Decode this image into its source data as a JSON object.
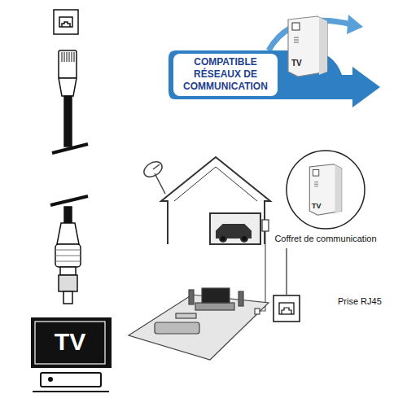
{
  "diagram": {
    "nodes": [
      {
        "text": [
          "COMPATIBLE RÉSEAUX DE COMMUNICATION"
        ]
      },
      {
        "text": [
          "TV"
        ]
      },
      {
        "text": [
          "Coffret de communication"
        ]
      },
      {
        "text": [
          "TV"
        ],
        "in": 2
      },
      {
        "text": [
          "Prise RJ45"
        ]
      },
      {
        "text": [
          "TV"
        ]
      }
    ],
    "edges": [
      {
        "from": 2,
        "to": 4,
        "arrow": "none"
      }
    ]
  }
}
